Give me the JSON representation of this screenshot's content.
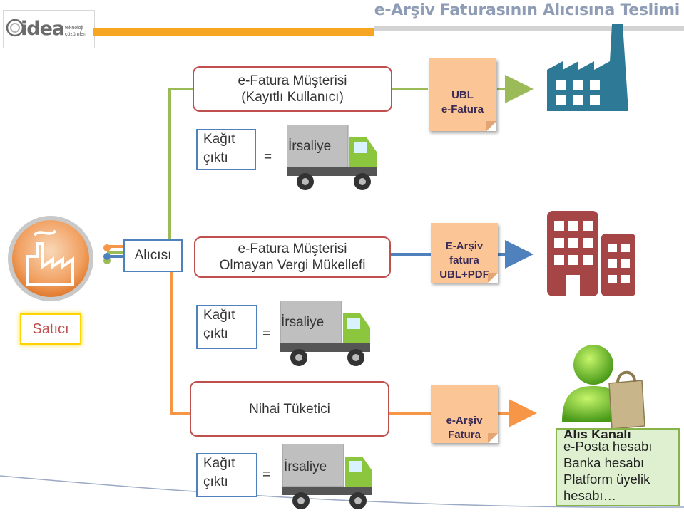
{
  "header": {
    "title": "e-Arşiv Faturasının Alıcısına Teslimi",
    "logo_text": "idea",
    "logo_sub": "teknoloji çözümleri",
    "colors": {
      "orange_band": "#f6a623",
      "title": "#8e9cb5"
    }
  },
  "seller": {
    "label": "Satıcı",
    "icon": "factory-icon"
  },
  "buyer_label": "Alıcısı",
  "rows": [
    {
      "customer": "e-Fatura Müşterisi\n(Kayıtlı Kullanıcı)",
      "document": "UBL\ne-Fatura",
      "receiver_icon": "factory-icon",
      "paper": {
        "label": "Kağıt\nçıktı",
        "equals": "=",
        "truck_label": "İrsaliye"
      },
      "line_color": "#9bbb59"
    },
    {
      "customer": "e-Fatura Müşterisi\nOlmayan Vergi Mükellefi",
      "document": "E-Arşiv\nfatura\nUBL+PDF",
      "receiver_icon": "office-building-icon",
      "paper": {
        "label": "Kağıt\nçıktı",
        "equals": "=",
        "truck_label": "İrsaliye"
      },
      "line_color": "#4f81bd"
    },
    {
      "customer": "Nihai Tüketici",
      "document": "e-Arşiv\nFatura",
      "receiver_icon": "shopper-icon",
      "paper": {
        "label": "Kağıt\nçıktı",
        "equals": "=",
        "truck_label": "İrsaliye"
      },
      "line_color": "#f79646"
    }
  ],
  "channel": {
    "heading": "Alış Kanalı",
    "items": [
      "e-Posta hesabı",
      "Banka hesabı",
      "Platform üyelik hesabı…"
    ]
  }
}
